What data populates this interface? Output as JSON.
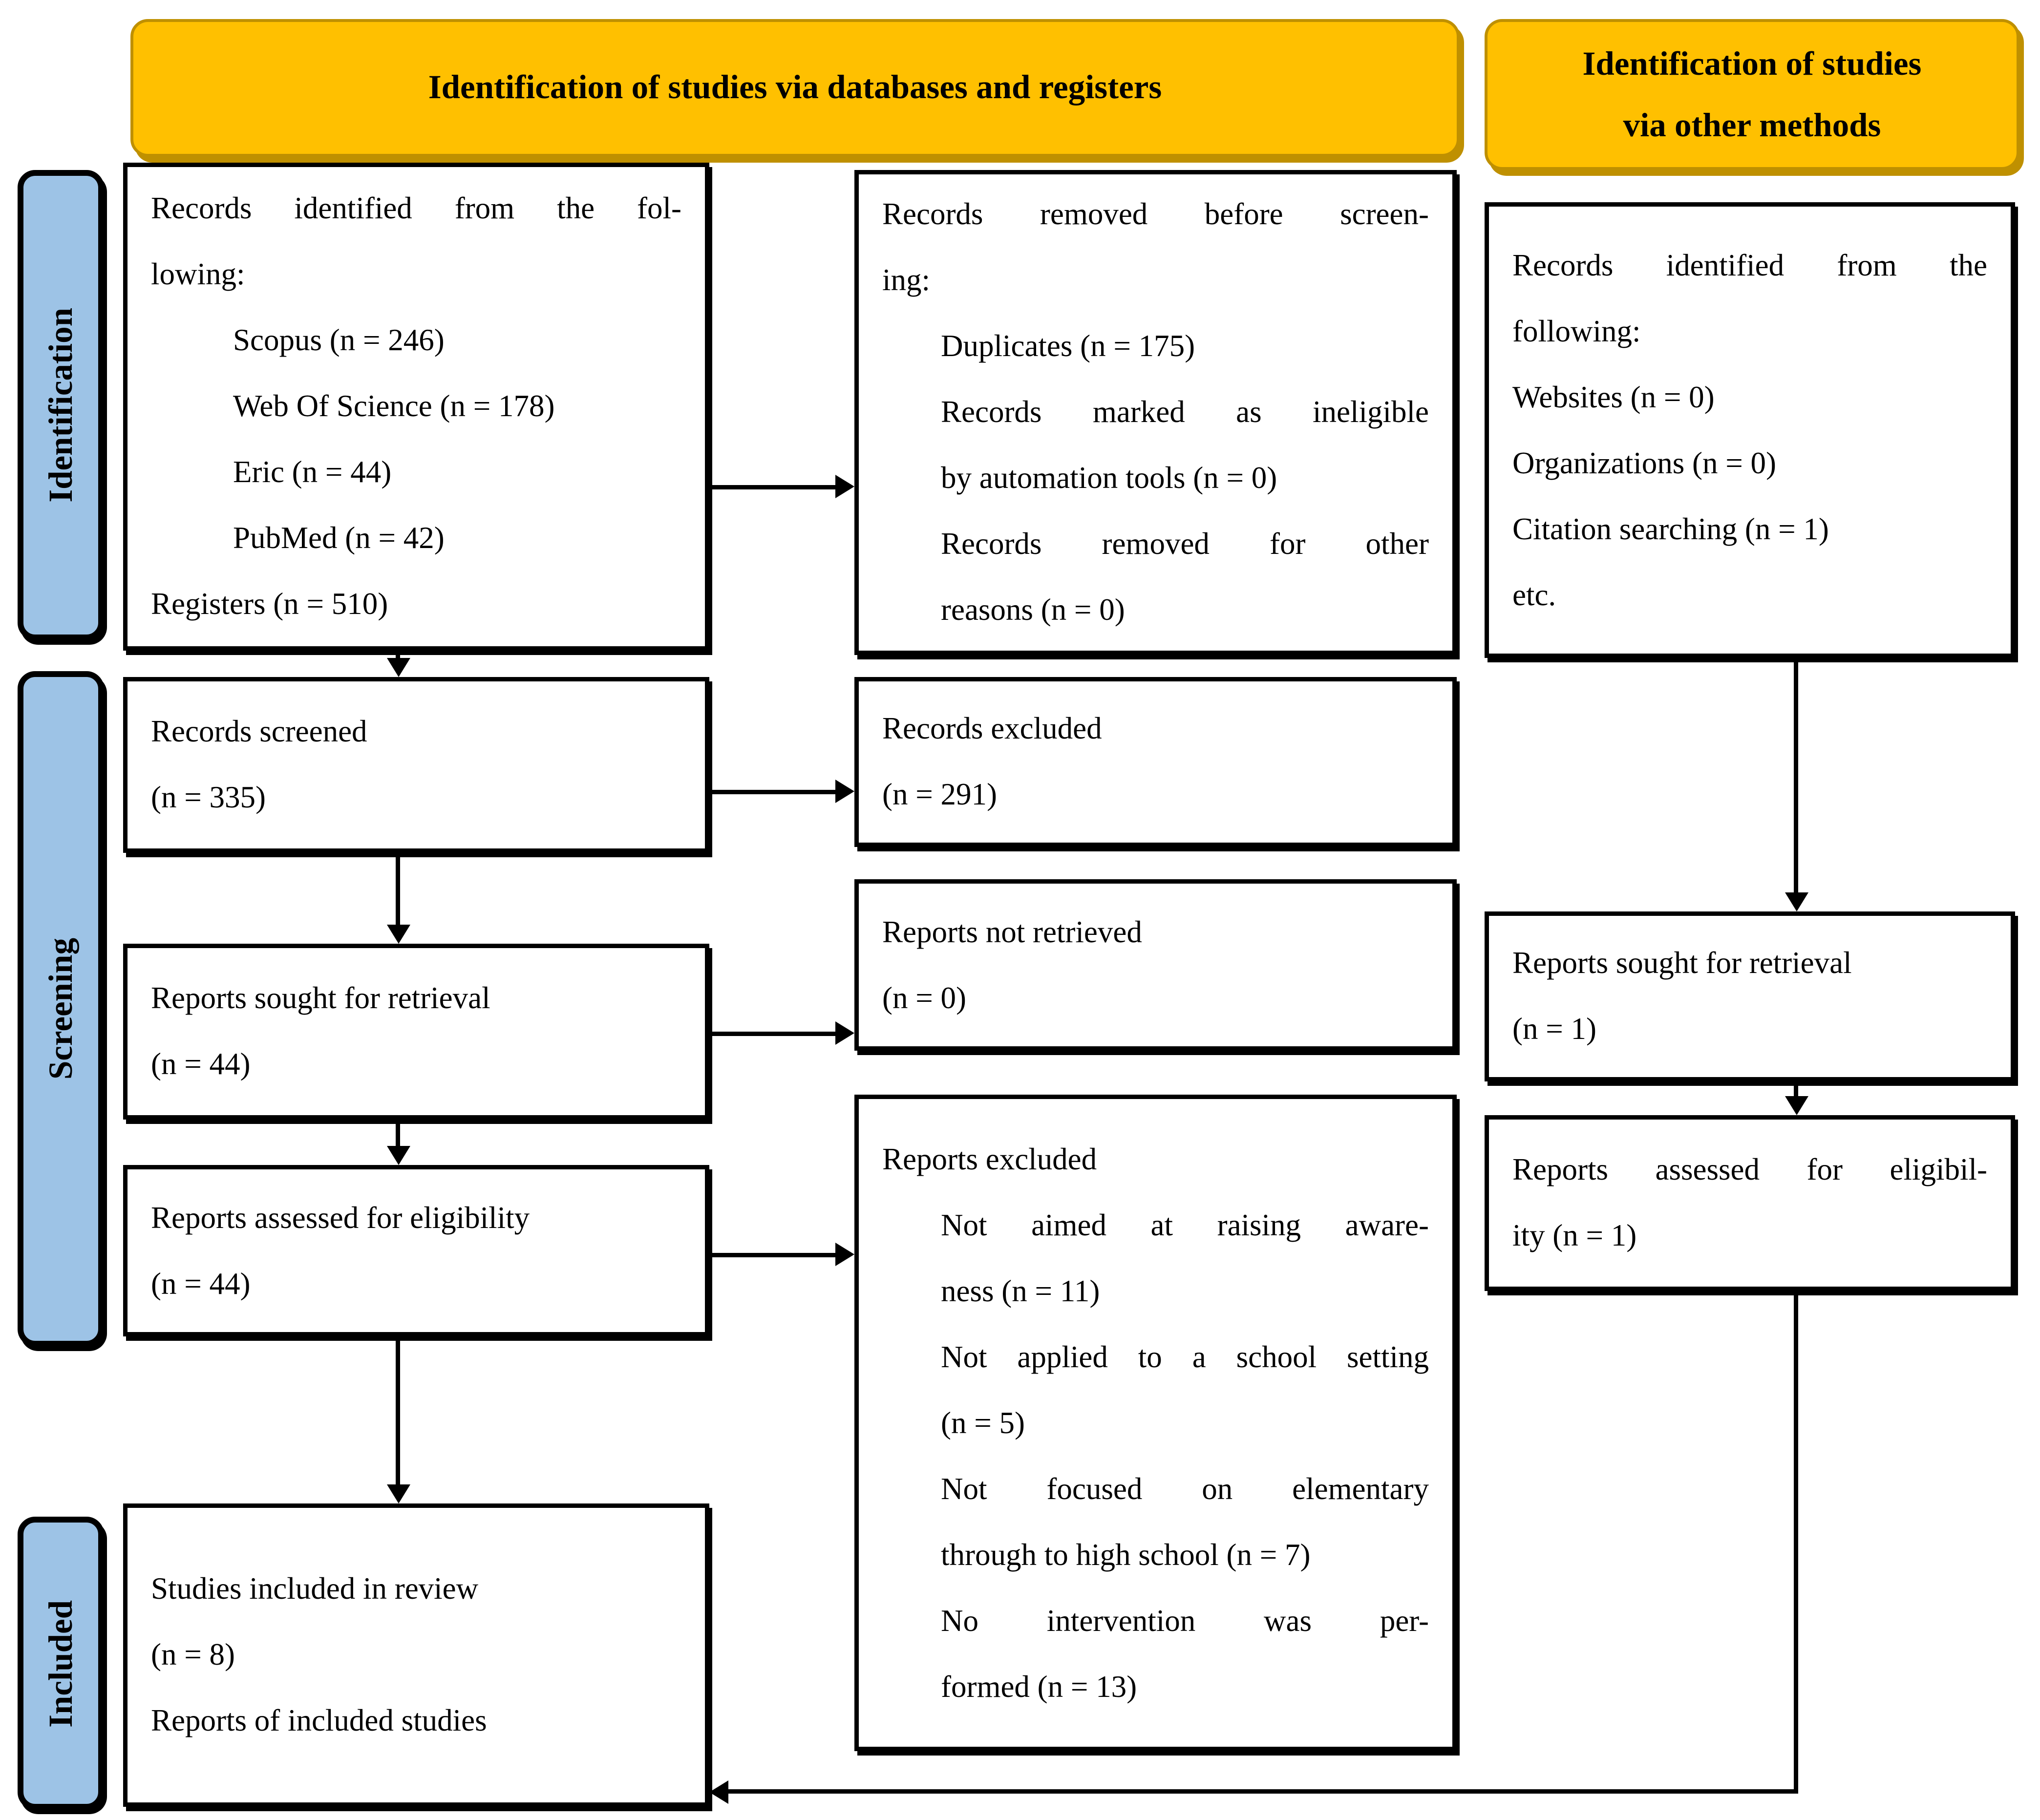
{
  "headers": {
    "databases": {
      "label": "Identification of studies via databases and registers"
    },
    "other": {
      "line1": "Identification of studies",
      "line2": "via other methods"
    }
  },
  "sidebar": {
    "identification": "Identification",
    "screening": "Screening",
    "included": "Included"
  },
  "colors": {
    "header_fill": "#FFC000",
    "header_border": "#BF9000",
    "sidebar_fill": "#9DC3E6",
    "box_border": "#000000",
    "arrow": "#000000",
    "text": "#000000"
  },
  "boxes": {
    "records_identified": {
      "lines": [
        {
          "t": "Records identified from the fol-",
          "j": true
        },
        {
          "t": "lowing:"
        },
        {
          "t": "Scopus (n = 246)",
          "ind": 2
        },
        {
          "t": "Web Of Science (n = 178)",
          "ind": 2
        },
        {
          "t": "Eric (n = 44)",
          "ind": 2
        },
        {
          "t": "PubMed (n = 42)",
          "ind": 2
        },
        {
          "t": "Registers (n = 510)"
        }
      ]
    },
    "records_removed": {
      "lines": [
        {
          "t": "Records removed before screen-",
          "j": true
        },
        {
          "t": "ing:"
        },
        {
          "t": "Duplicates (n = 175)",
          "ind": 1
        },
        {
          "t": "Records marked as ineligible",
          "ind": 1,
          "j": true
        },
        {
          "t": "by automation tools (n = 0)",
          "ind": 1
        },
        {
          "t": "Records removed for other",
          "ind": 1,
          "j": true
        },
        {
          "t": "reasons (n = 0)",
          "ind": 1
        }
      ]
    },
    "records_other_methods": {
      "lines": [
        {
          "t": "Records identified from the",
          "j": true
        },
        {
          "t": "following:"
        },
        {
          "t": "Websites (n = 0)"
        },
        {
          "t": "Organizations (n = 0)"
        },
        {
          "t": "Citation searching (n = 1)"
        },
        {
          "t": "etc."
        }
      ]
    },
    "records_screened": {
      "lines": [
        {
          "t": "Records screened"
        },
        {
          "t": "(n = 335)"
        }
      ]
    },
    "records_excluded": {
      "lines": [
        {
          "t": "Records excluded"
        },
        {
          "t": "(n = 291)"
        }
      ]
    },
    "reports_sought": {
      "lines": [
        {
          "t": "Reports sought for retrieval"
        },
        {
          "t": "(n = 44)"
        }
      ]
    },
    "reports_not_retrieved": {
      "lines": [
        {
          "t": "Reports not retrieved"
        },
        {
          "t": "(n = 0)"
        }
      ]
    },
    "reports_assessed": {
      "lines": [
        {
          "t": "Reports assessed for eligibility"
        },
        {
          "t": "(n = 44)"
        }
      ]
    },
    "reports_excluded": {
      "lines": [
        {
          "t": "Reports excluded"
        },
        {
          "t": "Not aimed at raising aware-",
          "ind": 1,
          "j": true
        },
        {
          "t": "ness (n = 11)",
          "ind": 1
        },
        {
          "t": "Not applied to a school setting",
          "ind": 1,
          "j": true
        },
        {
          "t": "(n = 5)",
          "ind": 1
        },
        {
          "t": "Not focused on elementary",
          "ind": 1,
          "j": true
        },
        {
          "t": "through to high school (n = 7)",
          "ind": 1
        },
        {
          "t": "No intervention was per-",
          "ind": 1,
          "j": true
        },
        {
          "t": "formed (n = 13)",
          "ind": 1
        }
      ]
    },
    "reports_sought_other": {
      "lines": [
        {
          "t": "Reports sought for retrieval"
        },
        {
          "t": "(n = 1)"
        }
      ]
    },
    "reports_assessed_other": {
      "lines": [
        {
          "t": "Reports assessed for eligibil-",
          "j": true
        },
        {
          "t": "ity (n = 1)"
        }
      ]
    },
    "studies_included": {
      "lines": [
        {
          "t": "Studies included in review"
        },
        {
          "t": "(n = 8)"
        },
        {
          "t": "Reports of included studies"
        }
      ]
    }
  }
}
